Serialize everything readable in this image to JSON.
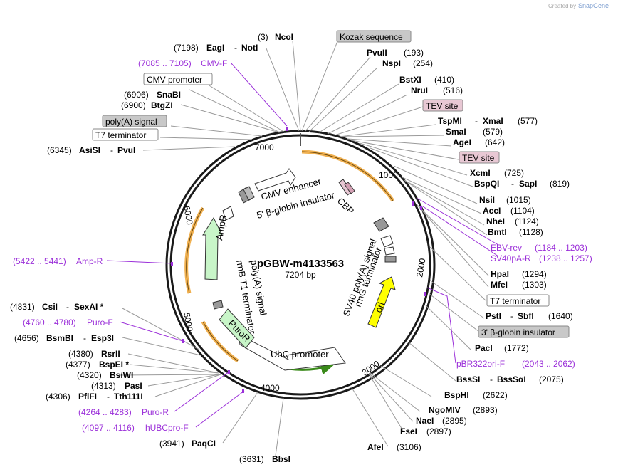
{
  "credit": "Created by",
  "brand": "SnapGene",
  "plasmid": {
    "name": "pGBW-m4133563",
    "size": "7204 bp"
  },
  "ticks": [
    "1000",
    "2000",
    "3000",
    "4000",
    "5000",
    "6000",
    "7000"
  ],
  "right_labels": [
    {
      "a": "(3)",
      "b": "NcoI"
    },
    {
      "a": "Kozak sequence"
    },
    {
      "a": "PvuII",
      "b": "(193)"
    },
    {
      "a": "NspI",
      "b": "(254)"
    },
    {
      "a": "BstXI",
      "b": "(410)"
    },
    {
      "a": "NruI",
      "b": "(516)"
    },
    {
      "a": "TEV site"
    },
    {
      "a": "TspMI",
      "s": "-",
      "c": "XmaI",
      "b": "(577)"
    },
    {
      "a": "SmaI",
      "b": "(579)"
    },
    {
      "a": "AgeI",
      "b": "(642)"
    },
    {
      "a": "TEV site"
    },
    {
      "a": "XcmI",
      "b": "(725)"
    },
    {
      "a": "BspQI",
      "s": "-",
      "c": "SapI",
      "b": "(819)"
    },
    {
      "a": "NsiI",
      "b": "(1015)"
    },
    {
      "a": "AccI",
      "b": "(1104)"
    },
    {
      "a": "NheI",
      "b": "(1124)"
    },
    {
      "a": "BmtI",
      "b": "(1128)"
    },
    {
      "a": "EBV-rev",
      "b": "(1184 .. 1203)"
    },
    {
      "a": "SV40pA-R",
      "b": "(1238 .. 1257)"
    },
    {
      "a": "HpaI",
      "b": "(1294)"
    },
    {
      "a": "MfeI",
      "b": "(1303)"
    },
    {
      "a": "T7 terminator"
    },
    {
      "a": "PstI",
      "s": "-",
      "c": "SbfI",
      "b": "(1640)"
    },
    {
      "a": "3' β-globin insulator"
    },
    {
      "a": "PacI",
      "b": "(1772)"
    },
    {
      "a": "pBR322ori-F",
      "b": "(2043 .. 2062)"
    },
    {
      "a": "BssSI",
      "s": "-",
      "c": "BssSαI",
      "b": "(2075)"
    },
    {
      "a": "BspHI",
      "b": "(2622)"
    },
    {
      "a": "NgoMIV",
      "b": "(2893)"
    },
    {
      "a": "NaeI",
      "b": "(2895)"
    },
    {
      "a": "FseI",
      "b": "(2897)"
    },
    {
      "a": "AfeI",
      "b": "(3106)"
    }
  ],
  "left_labels": [
    {
      "a": "(7198)",
      "b": "EagI",
      "s": "-",
      "c": "NotI"
    },
    {
      "a": "(7085 .. 7105)",
      "b": "CMV-F"
    },
    {
      "a": "CMV promoter"
    },
    {
      "a": "(6906)",
      "b": "SnaBI"
    },
    {
      "a": "(6900)",
      "b": "BtgZI"
    },
    {
      "a": "poly(A) signal"
    },
    {
      "a": "T7 terminator"
    },
    {
      "a": "(6345)",
      "b": "AsiSI",
      "s": "-",
      "c": "PvuI"
    },
    {
      "a": "(5422 .. 5441)",
      "b": "Amp-R"
    },
    {
      "a": "(4831)",
      "b": "CsiI",
      "s": "-",
      "c": "SexAI *"
    },
    {
      "a": "(4760 .. 4780)",
      "b": "Puro-F"
    },
    {
      "a": "(4656)",
      "b": "BsmBI",
      "s": "-",
      "c": "Esp3I"
    },
    {
      "a": "(4380)",
      "b": "RsrII"
    },
    {
      "a": "(4377)",
      "b": "BspEI *"
    },
    {
      "a": "(4320)",
      "b": "BsiWI"
    },
    {
      "a": "(4313)",
      "b": "PasI"
    },
    {
      "a": "(4306)",
      "b": "PflFI",
      "s": "-",
      "c": "Tth111I"
    },
    {
      "a": "(4264 .. 4283)",
      "b": "Puro-R"
    },
    {
      "a": "(4097 .. 4116)",
      "b": "hUBCpro-F"
    },
    {
      "a": "(3941)",
      "b": "PaqCI"
    },
    {
      "a": "(3631)",
      "b": "BbsI"
    }
  ],
  "features": {
    "cmv_enhancer": "CMV enhancer",
    "beta_globin": "5' β-globin insulator",
    "cbp": "CBP",
    "sv40": "SV40 poly(A) signal",
    "rrnG": "rrnG terminator",
    "ori": "ori",
    "ubc": "UbC promoter",
    "puro": "PuroR",
    "polyA": "poly(A) signal",
    "rrnB": "rrnB T1 terminator",
    "ampr": "AmpR"
  },
  "colors": {
    "backbone": "#1a1a1a",
    "primer": "#9b30d9",
    "feature_grey_box": "#c8c8c8",
    "feature_pink_box": "#e8c8d4",
    "orange_arc": "#f0b050",
    "ori": "#ffff00",
    "resistance": "#c8f5c8",
    "promoter": "#ffffff"
  }
}
